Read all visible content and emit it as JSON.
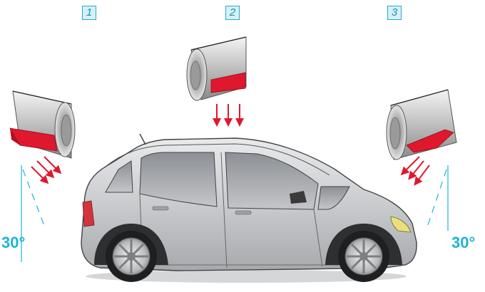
{
  "diagram": {
    "positions": [
      {
        "number": "1"
      },
      {
        "number": "2"
      },
      {
        "number": "3"
      }
    ],
    "angle_left": "30°",
    "angle_right": "30°",
    "colors": {
      "accent_cyan": "#1fb3d6",
      "nozzle_red": "#e0182d",
      "arrow_red": "#e0182d",
      "car_silver": "#c9cbce"
    },
    "icons": [
      "dryer-nozzle-icon",
      "down-arrow-icon",
      "car-illustration"
    ]
  }
}
